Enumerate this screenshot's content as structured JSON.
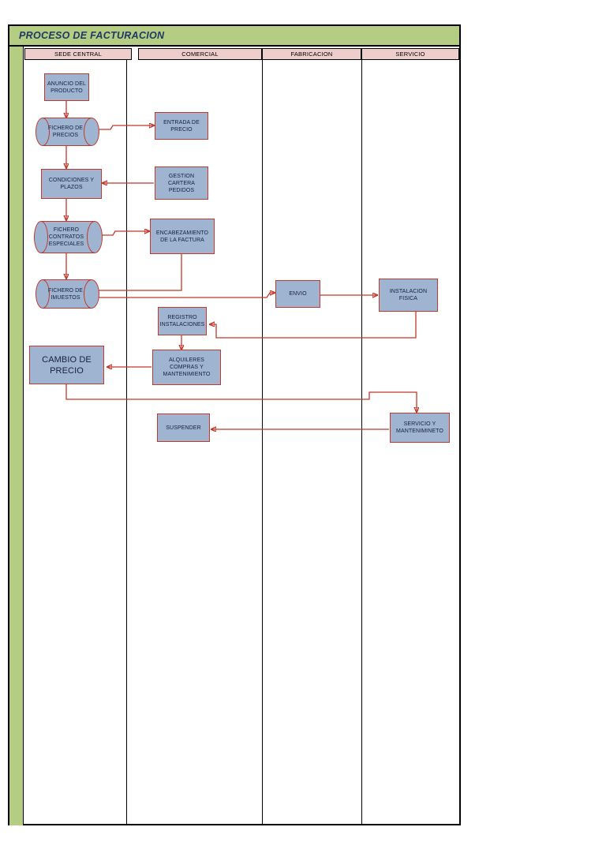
{
  "diagram": {
    "title": "PROCESO DE FACTURACION",
    "type": "swimlane-flowchart",
    "colors": {
      "title_band": "#b5cc83",
      "title_text": "#1f3864",
      "lane_header": "#eecdcd",
      "node_fill": "#9fb4d1",
      "node_border": "#c0392b",
      "connector": "#c0392b",
      "frame": "#000000"
    },
    "lanes": [
      {
        "id": "sede-central",
        "label": "SEDE CENTRAL"
      },
      {
        "id": "comercial",
        "label": "COMERCIAL"
      },
      {
        "id": "fabricacion",
        "label": "FABRICACION"
      },
      {
        "id": "servicio",
        "label": "SERVICIO"
      }
    ],
    "nodes": [
      {
        "id": "anuncio-producto",
        "lane": "sede-central",
        "shape": "rectangle",
        "label": "ANUNCIO DEL PRODUCTO"
      },
      {
        "id": "fichero-precios",
        "lane": "sede-central",
        "shape": "cylinder",
        "label": "FICHERO DE PRECIOS"
      },
      {
        "id": "condiciones-plazos",
        "lane": "sede-central",
        "shape": "rectangle",
        "label": "CONDICIONES Y PLAZOS"
      },
      {
        "id": "fichero-contratos",
        "lane": "sede-central",
        "shape": "cylinder",
        "label": "FICHERO CONTRATOS ESPECIALES"
      },
      {
        "id": "fichero-impuestos",
        "lane": "sede-central",
        "shape": "cylinder",
        "label": "FICHERO DE IMUESTOS"
      },
      {
        "id": "cambio-precio",
        "lane": "sede-central",
        "shape": "rectangle",
        "label": "CAMBIO DE PRECIO"
      },
      {
        "id": "entrada-precio",
        "lane": "comercial",
        "shape": "rectangle",
        "label": "ENTRADA DE PRECIO"
      },
      {
        "id": "gestion-cartera",
        "lane": "comercial",
        "shape": "rectangle",
        "label": "GESTION CARTERA PEDIDOS"
      },
      {
        "id": "encabezamiento-factura",
        "lane": "comercial",
        "shape": "rectangle",
        "label": "ENCABEZAMIENTO DE LA FACTURA"
      },
      {
        "id": "registro-instalaciones",
        "lane": "comercial",
        "shape": "rectangle",
        "label": "REGISTRO INSTALACIONES"
      },
      {
        "id": "alquileres",
        "lane": "comercial",
        "shape": "rectangle",
        "label": "ALQUILERES COMPRAS Y MANTENIMIENTO"
      },
      {
        "id": "suspender",
        "lane": "comercial",
        "shape": "rectangle",
        "label": "SUSPENDER"
      },
      {
        "id": "envio",
        "lane": "fabricacion",
        "shape": "rectangle",
        "label": "ENVIO"
      },
      {
        "id": "instalacion-fisica",
        "lane": "servicio",
        "shape": "rectangle",
        "label": "INSTALACION FISICA"
      },
      {
        "id": "servicio-mantenimiento",
        "lane": "servicio",
        "shape": "rectangle",
        "label": "SERVICIO Y MANTENIMINETO"
      }
    ],
    "edges": [
      {
        "from": "anuncio-producto",
        "to": "fichero-precios"
      },
      {
        "from": "fichero-precios",
        "to": "entrada-precio"
      },
      {
        "from": "fichero-precios",
        "to": "condiciones-plazos"
      },
      {
        "from": "gestion-cartera",
        "to": "condiciones-plazos"
      },
      {
        "from": "condiciones-plazos",
        "to": "fichero-contratos"
      },
      {
        "from": "fichero-contratos",
        "to": "encabezamiento-factura"
      },
      {
        "from": "fichero-contratos",
        "to": "fichero-impuestos"
      },
      {
        "from": "encabezamiento-factura",
        "to": "fichero-impuestos"
      },
      {
        "from": "fichero-impuestos",
        "to": "envio"
      },
      {
        "from": "envio",
        "to": "instalacion-fisica"
      },
      {
        "from": "instalacion-fisica",
        "to": "registro-instalaciones"
      },
      {
        "from": "registro-instalaciones",
        "to": "alquileres"
      },
      {
        "from": "alquileres",
        "to": "cambio-precio"
      },
      {
        "from": "cambio-precio",
        "to": "servicio-mantenimiento"
      },
      {
        "from": "servicio-mantenimiento",
        "to": "suspender"
      }
    ]
  }
}
